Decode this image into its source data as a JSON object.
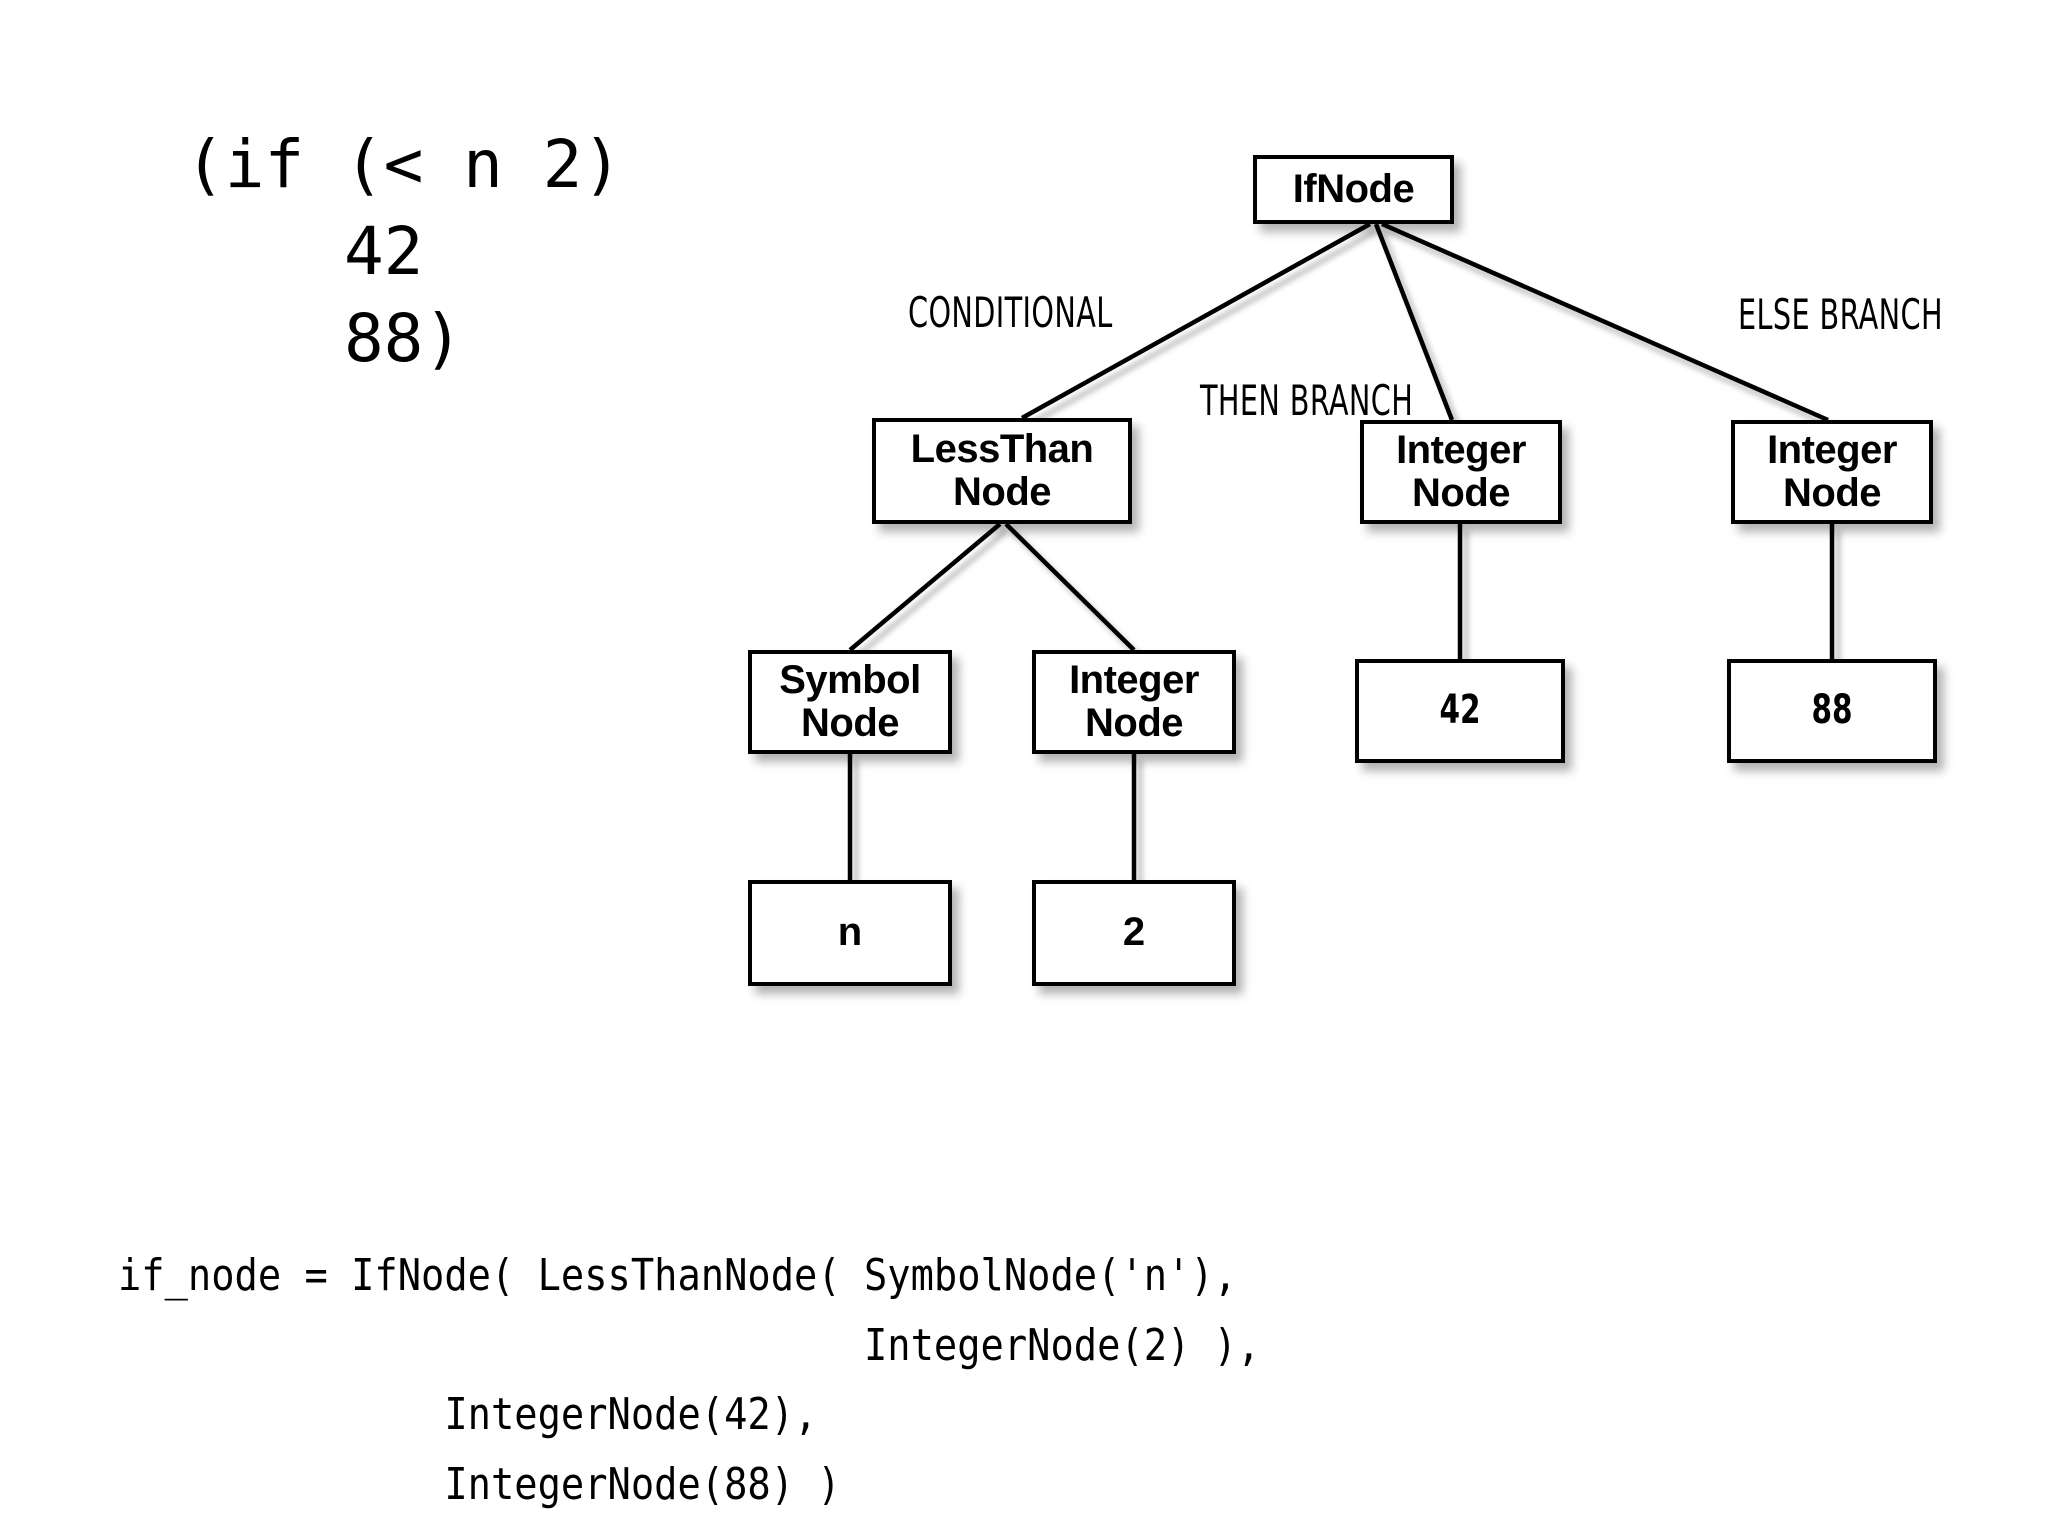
{
  "source_code": {
    "language": "lisp",
    "lines": [
      "(if (< n 2)",
      "    42",
      "    88)"
    ],
    "text": "(if (< n 2)\n    42\n    88)"
  },
  "tree": {
    "title": "abstract-syntax-tree",
    "root": {
      "id": "ifnode",
      "label": "IfNode",
      "lines": [
        "IfNode"
      ]
    },
    "nodes": [
      {
        "id": "ifnode",
        "lines": [
          "IfNode"
        ],
        "kind": "type"
      },
      {
        "id": "lessthannode",
        "lines": [
          "LessThan",
          "Node"
        ],
        "kind": "type"
      },
      {
        "id": "integernode-then",
        "lines": [
          "Integer",
          "Node"
        ],
        "kind": "type"
      },
      {
        "id": "integernode-else",
        "lines": [
          "Integer",
          "Node"
        ],
        "kind": "type"
      },
      {
        "id": "symbolnode",
        "lines": [
          "Symbol",
          "Node"
        ],
        "kind": "type"
      },
      {
        "id": "integernode-2",
        "lines": [
          "Integer",
          "Node"
        ],
        "kind": "type"
      },
      {
        "id": "value-n",
        "lines": [
          "n"
        ],
        "kind": "value"
      },
      {
        "id": "value-2",
        "lines": [
          "2"
        ],
        "kind": "value"
      },
      {
        "id": "value-42",
        "lines": [
          "42"
        ],
        "kind": "value"
      },
      {
        "id": "value-88",
        "lines": [
          "88"
        ],
        "kind": "value"
      }
    ],
    "edge_labels": {
      "conditional": "CONDITIONAL",
      "then_branch": "THEN BRANCH",
      "else_branch": "ELSE BRANCH"
    },
    "colors": {
      "box_border": "#000000",
      "box_fill": "#ffffff",
      "edge_stroke": "#000000",
      "text": "#000000",
      "shadow": "rgba(0,0,0,0.30)"
    }
  },
  "constructor_code": {
    "language": "python",
    "lines": [
      "if_node = IfNode( LessThanNode( SymbolNode('n'),",
      "                                IntegerNode(2) ),",
      "              IntegerNode(42),",
      "              IntegerNode(88) )"
    ],
    "text": "if_node = IfNode( LessThanNode( SymbolNode('n'),\n                                IntegerNode(2) ),\n              IntegerNode(42),\n              IntegerNode(88) )"
  }
}
